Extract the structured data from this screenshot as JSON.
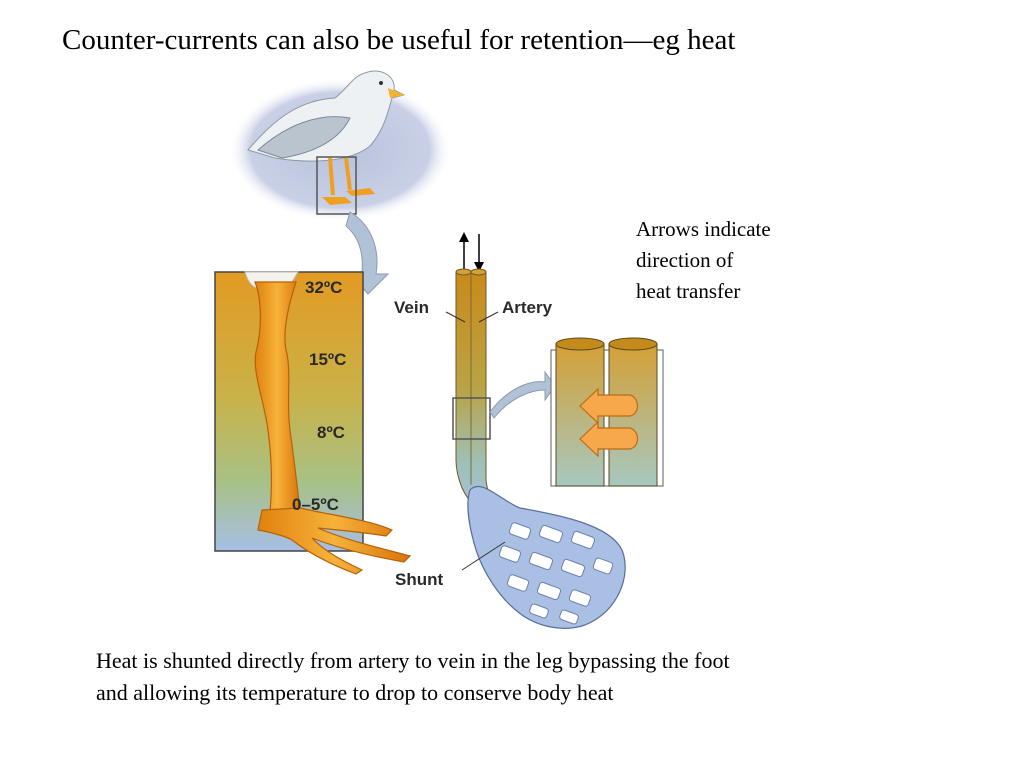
{
  "slide": {
    "title": "Counter-currents can also be useful for retention—eg heat",
    "note_lines": [
      "Arrows indicate",
      "direction of",
      "heat transfer"
    ],
    "caption_lines": [
      "Heat is shunted directly from artery to vein in the leg bypassing the foot",
      "and allowing its temperature to drop to conserve body heat"
    ]
  },
  "leg_panel": {
    "temperatures": [
      "32ºC",
      "15ºC",
      "8ºC",
      "0–5ºC"
    ],
    "gradient_colors": {
      "top": "#e39a22",
      "bottom": "#a6bfe6"
    }
  },
  "vessel_diagram": {
    "vein_label": "Vein",
    "artery_label": "Artery",
    "shunt_label": "Shunt"
  }
}
